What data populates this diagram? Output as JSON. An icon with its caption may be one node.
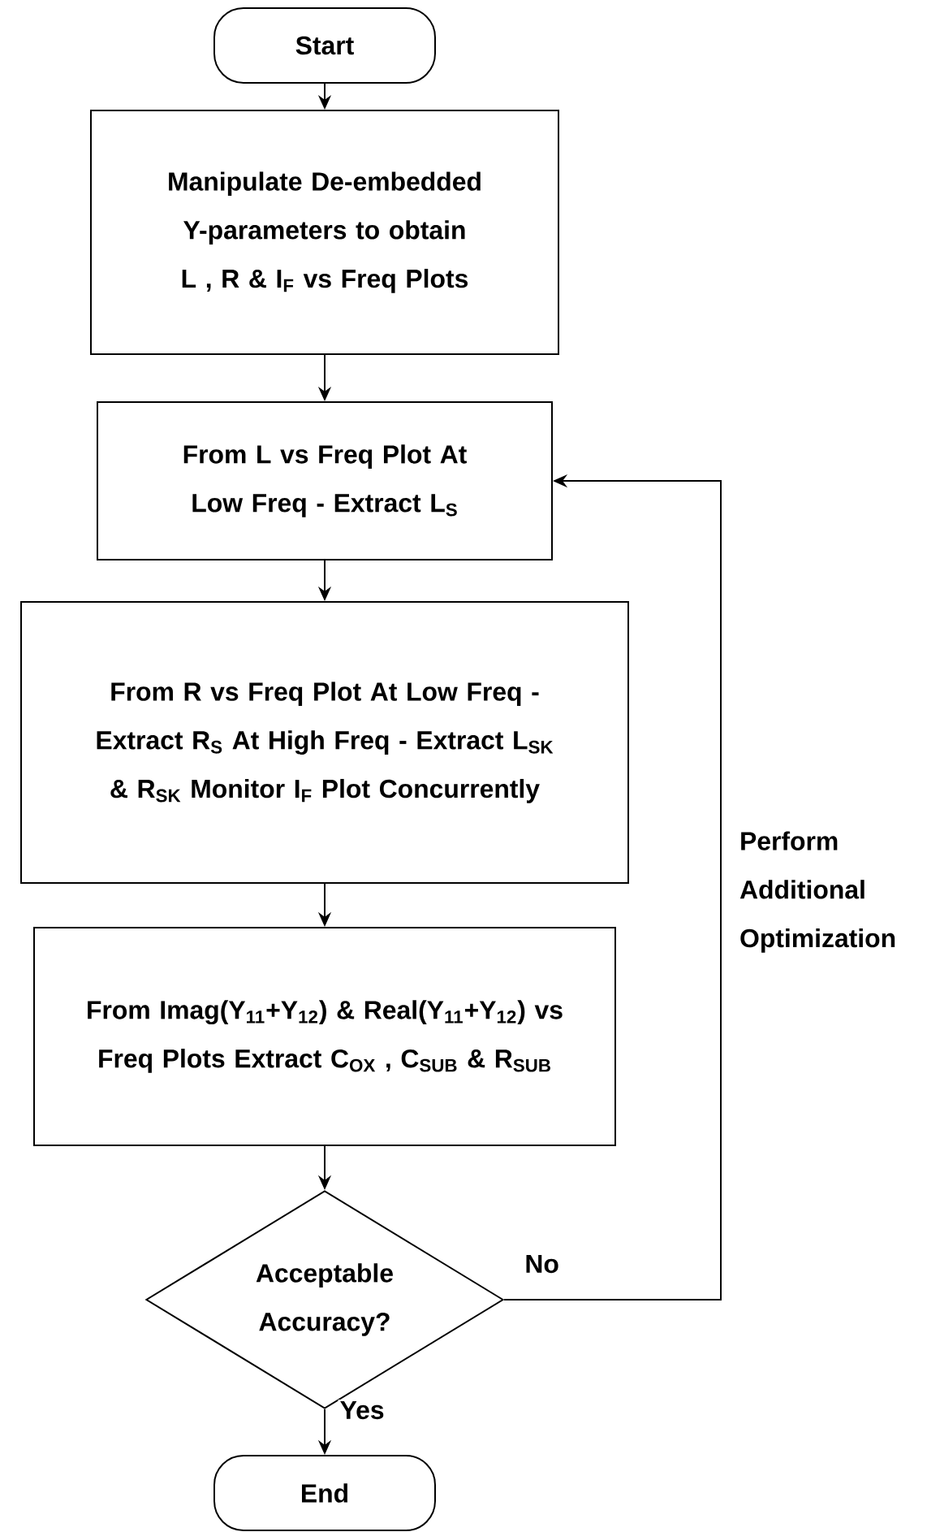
{
  "diagram": {
    "nodes": [
      {
        "text": [
          "Start"
        ]
      },
      {
        "text": [
          "Manipulate De-embedded Y-parameters to obtain L , R & I$_{F}$ vs Freq Plots"
        ]
      },
      {
        "text": [
          "From L vs Freq Plot At Low Freq - Extract L$_{S}$"
        ]
      },
      {
        "text": [
          "From R vs Freq Plot At Low Freq - Extract R$_{S}$ At High Freq - Extract L$_{SK}$ & R$_{SK}$ Monitor I$_{F}$ Plot Concurrently"
        ]
      },
      {
        "text": [
          "From Imag(Y$_{11}$+Y$_{12}$) & Real(Y$_{11}$+Y$_{12}$) vs Freq Plots Extract C$_{OX}$ , C$_{SUB}$ & R$_{SUB}$"
        ]
      },
      {
        "text": [
          "Acceptable Accuracy?"
        ]
      },
      {
        "text": [
          "End"
        ]
      }
    ],
    "edges": [
      {
        "from": 0,
        "to": 1,
        "arrow": "to"
      },
      {
        "from": 1,
        "to": 2,
        "arrow": "to"
      },
      {
        "from": 2,
        "to": 3,
        "arrow": "to"
      },
      {
        "from": 3,
        "to": 4,
        "arrow": "to"
      },
      {
        "from": 4,
        "to": 5,
        "arrow": "to"
      },
      {
        "from": 5,
        "to": 6,
        "arrow": "to",
        "label": "Yes"
      },
      {
        "from": 5,
        "to": 2,
        "arrow": "to",
        "label": "No"
      }
    ],
    "labels": [
      "Perform Additional Optimization"
    ]
  }
}
